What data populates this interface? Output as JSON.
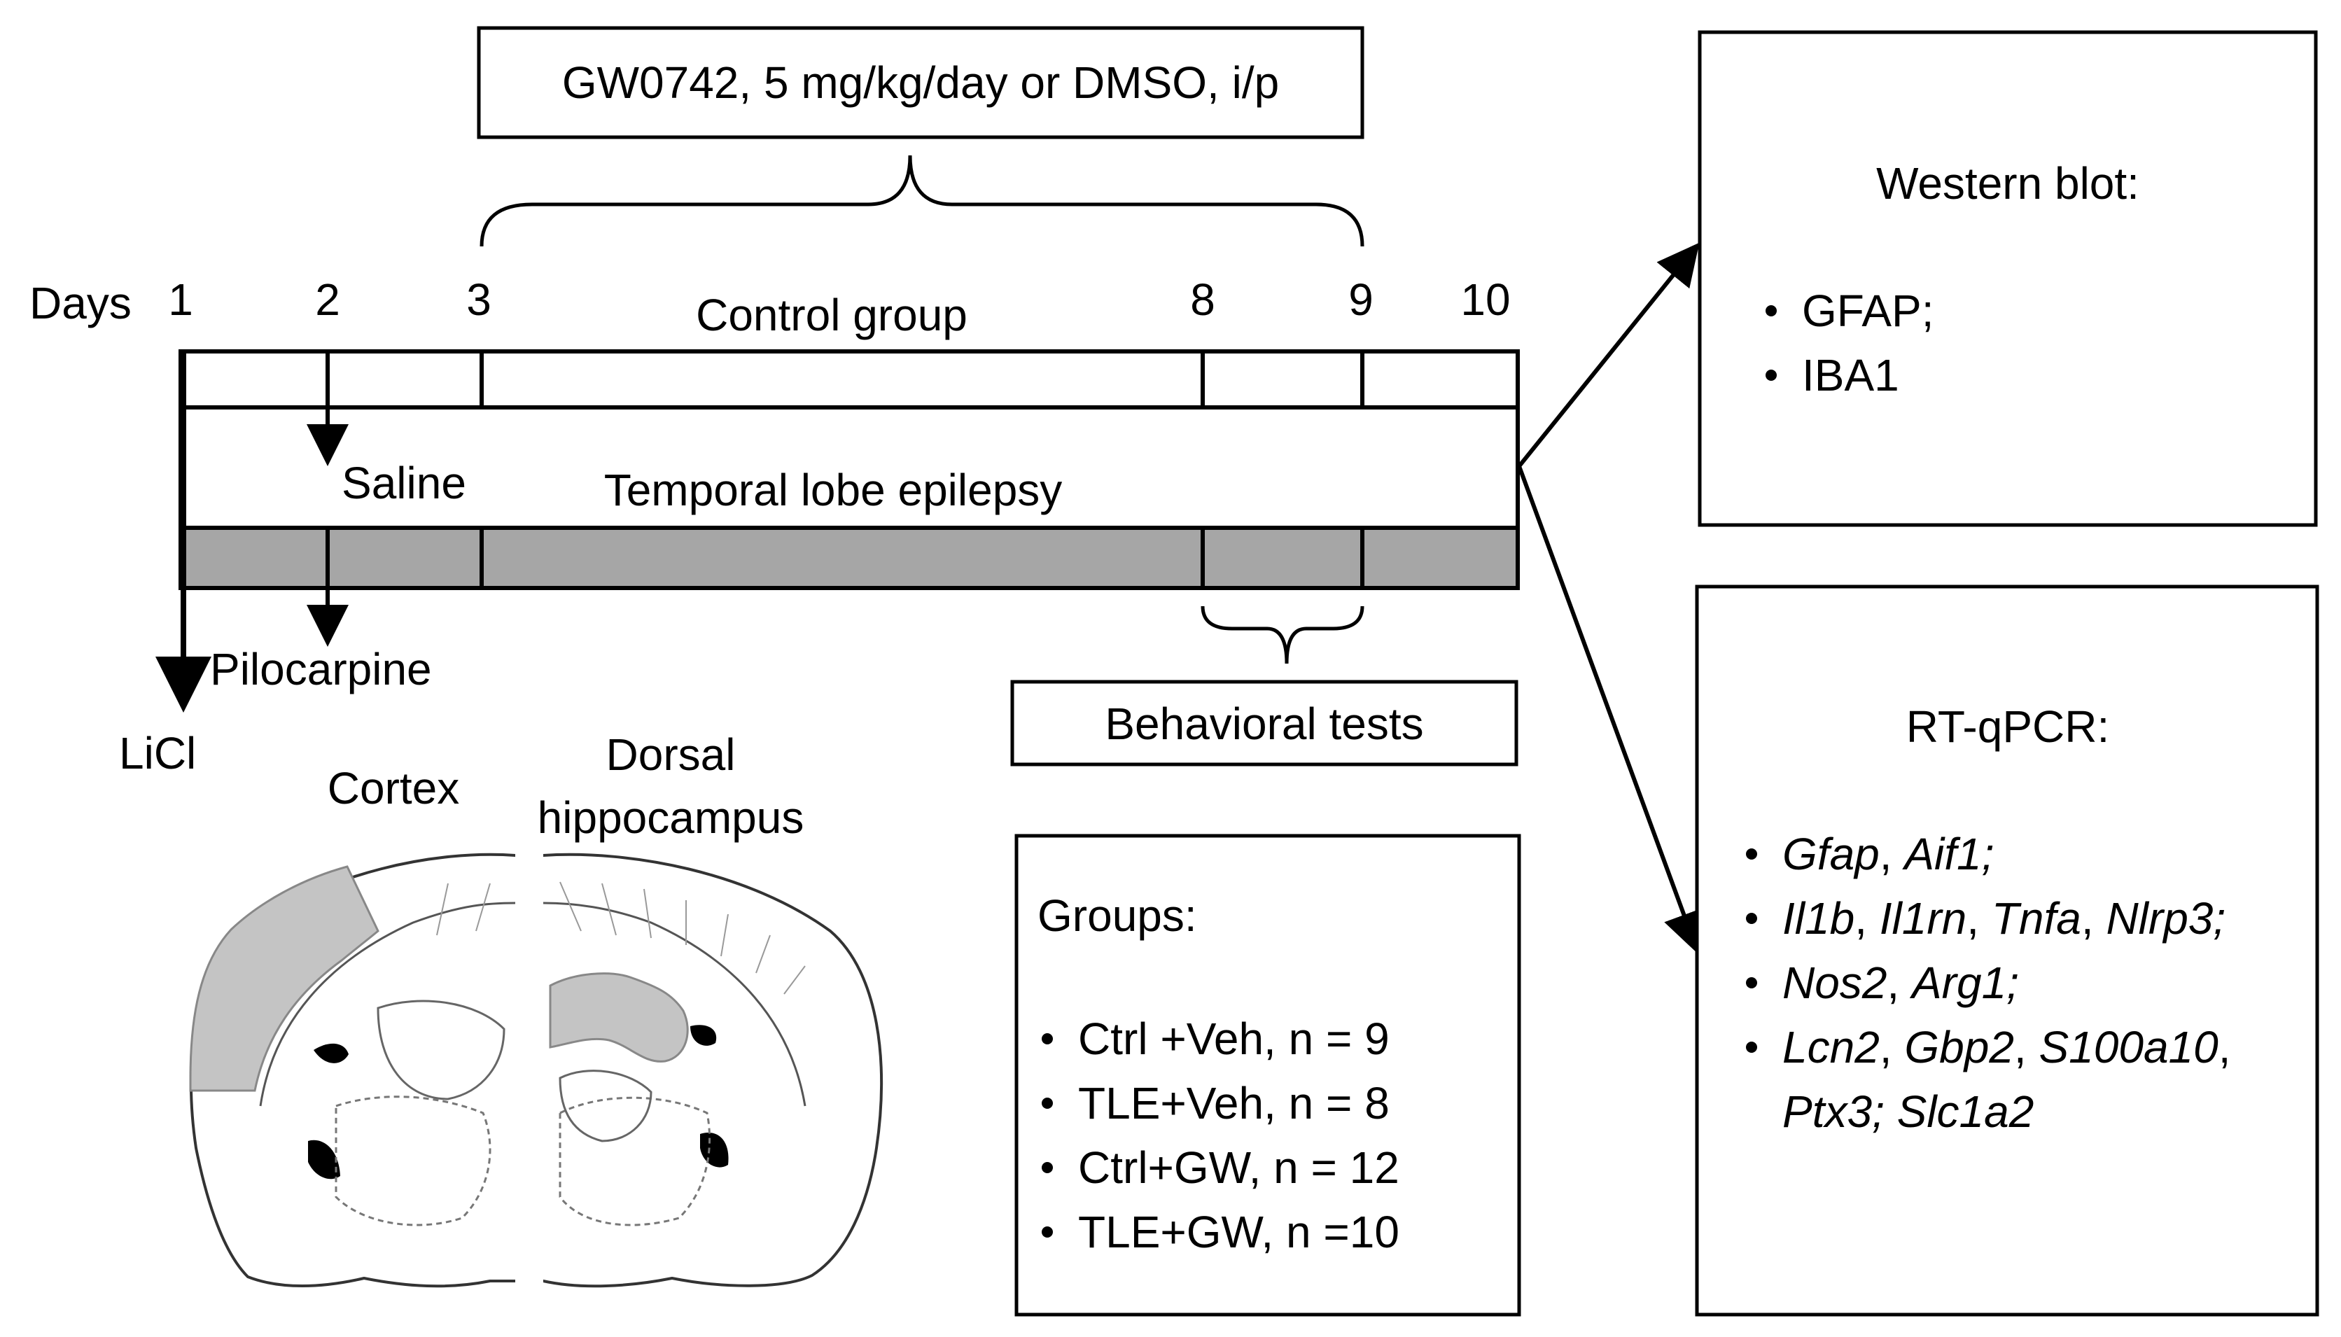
{
  "treatment_box": "GW0742, 5 mg/kg/day or DMSO, i/p",
  "days_label": "Days",
  "days": [
    "1",
    "2",
    "3",
    "8",
    "9",
    "10"
  ],
  "control_group_label": "Control group",
  "tle_label": "Temporal lobe epilepsy",
  "saline_label": "Saline",
  "pilocarpine_label": "Pilocarpine",
  "licl_label": "LiCl",
  "behavioral_label": "Behavioral tests",
  "cortex_label": "Cortex",
  "hippocampus_label_1": "Dorsal",
  "hippocampus_label_2": "hippocampus",
  "western": {
    "title": "Western blot:",
    "items": [
      "GFAP;",
      "IBA1"
    ]
  },
  "groups": {
    "title": "Groups:",
    "items": [
      "Ctrl +Veh, n = 9",
      "TLE+Veh, n = 8",
      "Ctrl+GW, n = 12",
      "TLE+GW, n =10"
    ]
  },
  "rtqpcr": {
    "title": "RT-qPCR:",
    "line1": [
      "Gfap",
      ", ",
      "Aif1;"
    ],
    "line2": [
      "Il1b",
      ", ",
      "Il1rn",
      ", ",
      "Tnfa",
      ", ",
      "Nlrp3;"
    ],
    "line3": [
      "Nos2",
      ", ",
      "Arg1;"
    ],
    "line4": [
      "Lcn2",
      ", ",
      "Gbp2",
      ", ",
      "S100a10",
      ","
    ],
    "line5": [
      "Ptx3; Slc1a2"
    ]
  },
  "colors": {
    "shaded": "#a6a6a6",
    "region": "#c4c4c4",
    "line": "#000000"
  }
}
